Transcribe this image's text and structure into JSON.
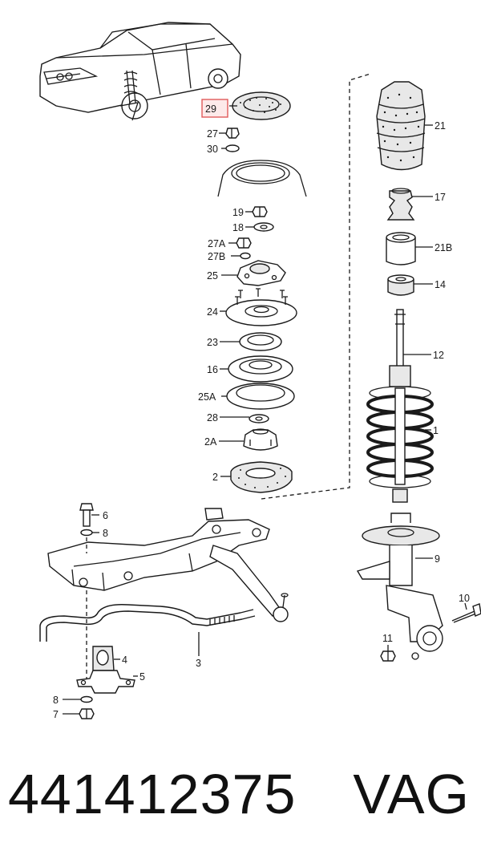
{
  "highlight_color": "#e05a5a",
  "highlighted_callout": "29",
  "callouts": {
    "c29": "29",
    "c27": "27",
    "c30": "30",
    "c19": "19",
    "c18": "18",
    "c27A": "27A",
    "c27B": "27B",
    "c25": "25",
    "c24": "24",
    "c23": "23",
    "c16": "16",
    "c25A": "25A",
    "c28": "28",
    "c2A": "2A",
    "c2": "2",
    "c21": "21",
    "c17": "17",
    "c21B": "21B",
    "c14": "14",
    "c12": "12",
    "c1": "1",
    "c9": "9",
    "c10": "10",
    "c11": "11",
    "c6": "6",
    "c8a": "8",
    "c3": "3",
    "c4": "4",
    "c5": "5",
    "c8b": "8",
    "c7": "7"
  },
  "footer": {
    "part_number": "441412375",
    "brand": "VAG"
  }
}
